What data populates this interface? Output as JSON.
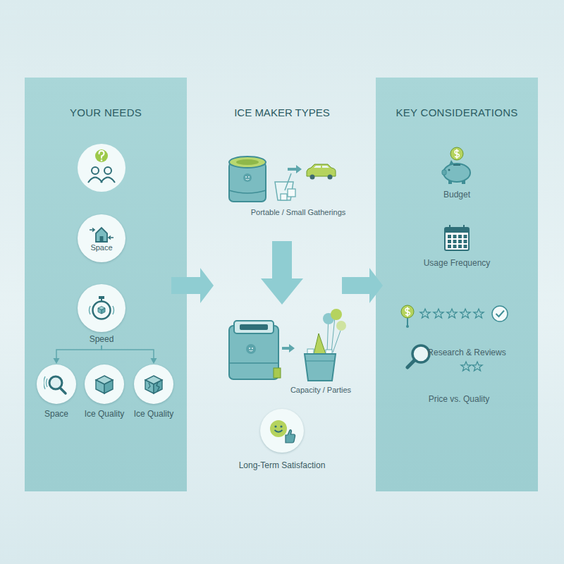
{
  "diagram": {
    "nodes": [
      {
        "text": [
          "YOUR NEEDS"
        ]
      },
      {
        "text": [
          "Space"
        ],
        "in": 0
      },
      {
        "text": [
          "Speed"
        ],
        "in": 0
      },
      {
        "text": [
          "Space"
        ],
        "in": 0
      },
      {
        "text": [
          "Ice Quality"
        ],
        "in": 0
      },
      {
        "text": [
          "Ice Quality"
        ],
        "in": 0
      },
      {
        "text": [
          "Long-Term Satisfaction"
        ]
      },
      {
        "text": [
          "KEY CONSIDERATIONS"
        ]
      }
    ],
    "edges": [
      {
        "from": 2,
        "to": 3,
        "arrow": "to"
      },
      {
        "from": 2,
        "to": 5,
        "arrow": "to"
      }
    ],
    "labels": [
      "ICE MAKER TYPES",
      "Portable / Small Gatherings",
      "Capacity / Parties",
      "Budget",
      "Usage Frequency",
      "Research & Reviews",
      "Price vs. Quality"
    ]
  }
}
